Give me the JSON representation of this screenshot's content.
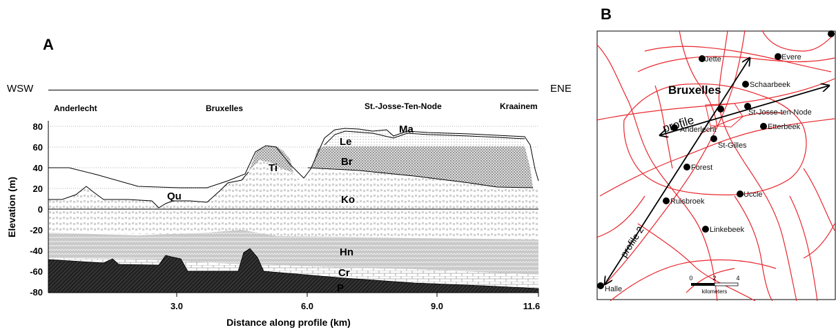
{
  "panel_a": {
    "letter": "A",
    "dir_left": "WSW",
    "dir_right": "ENE",
    "places": [
      "Anderlecht",
      "Bruxelles",
      "St.-Josse-Ten-Node",
      "Kraainem"
    ],
    "y_axis_label": "Elevation (m)",
    "x_axis_label": "Distance along profile (km)",
    "y_ticks": [
      "80",
      "60",
      "40",
      "20",
      "0",
      "-20",
      "-40",
      "-60",
      "-80"
    ],
    "x_ticks": [
      "3.0",
      "6.0",
      "9.0",
      "11.6"
    ],
    "units": [
      "Ma",
      "Le",
      "Br",
      "Ti",
      "Qu",
      "Ko",
      "Hn",
      "Cr",
      "P"
    ]
  },
  "panel_b": {
    "letter": "B",
    "title": "Bruxelles",
    "towns": [
      "Jette",
      "Evere",
      "Schaarbeek",
      "St-Josse-ten-Node",
      "Anderlecht",
      "Etterbeek",
      "St-Gilles",
      "Forest",
      "Uccle",
      "Ruisbroek",
      "Linkebeek",
      "Halle"
    ],
    "profile_labels": [
      "profile",
      "profile 2"
    ],
    "scale_ticks": [
      "0",
      "2",
      "4"
    ],
    "scale_unit": "kilometers"
  },
  "colors": {
    "roads": "#e8262c",
    "bedrock": "#1a1a1a",
    "line": "#000000"
  }
}
